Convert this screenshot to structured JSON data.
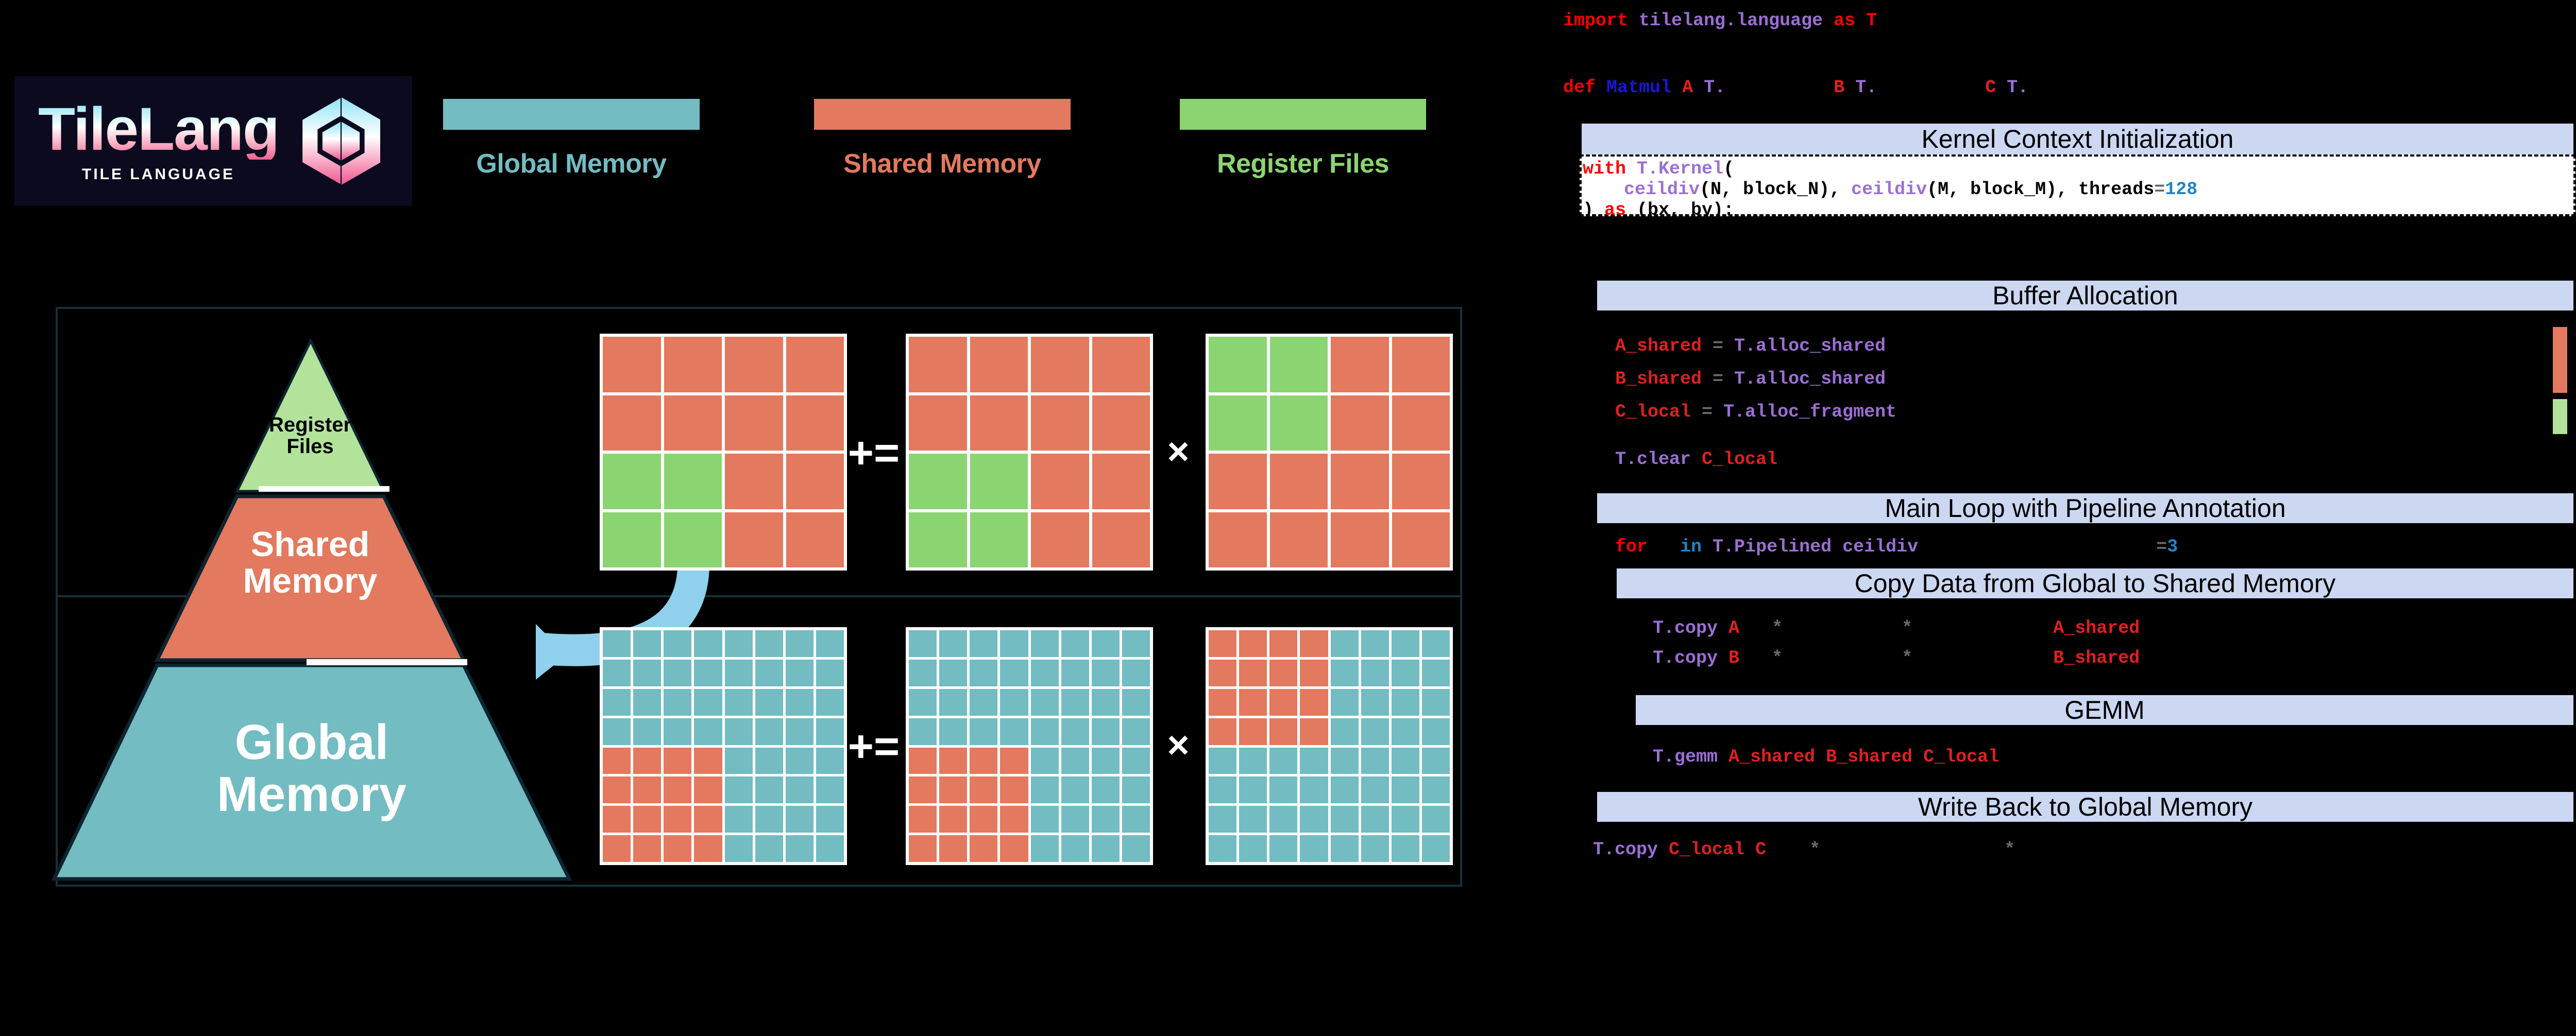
{
  "logo": {
    "word": "TileLang",
    "subtitle": "TILE LANGUAGE",
    "mark_name": "tilelang-cube-logo"
  },
  "colors": {
    "global_memory": "#72bcc2",
    "shared_memory": "#e3795e",
    "register_files": "#8bd472",
    "banner": "#ccd8f2",
    "arrow": "#8fd0ec",
    "frame": "#15313c",
    "swatch_green_light": "#b3e39b"
  },
  "legend": {
    "items": [
      {
        "label": "Global Memory",
        "color": "#72bcc2"
      },
      {
        "label": "Shared Memory",
        "color": "#e3795e"
      },
      {
        "label": "Register Files",
        "color": "#8bd472"
      }
    ]
  },
  "pyramid": {
    "tiers": [
      {
        "label": "Register\nFiles",
        "color": "#b3e39b",
        "text_color": "#000"
      },
      {
        "label": "Shared\nMemory",
        "color": "#e3795e",
        "text_color": "#fff"
      },
      {
        "label": "Global\nMemory",
        "color": "#72bcc2",
        "text_color": "#fff"
      }
    ],
    "tier_labels": [
      "Register Files",
      "Shared Memory",
      "Global Memory"
    ]
  },
  "diagram": {
    "arrow_name": "shared-to-register-arrow",
    "rows": [
      {
        "name": "register-level-row",
        "operators": [
          "+=",
          "×"
        ],
        "grids": [
          {
            "name": "c-local-accumulator-grid",
            "cols": 4,
            "rows": 4,
            "cells": [
              "s",
              "s",
              "s",
              "s",
              "s",
              "s",
              "s",
              "s",
              "r",
              "r",
              "s",
              "s",
              "r",
              "r",
              "s",
              "s"
            ]
          },
          {
            "name": "a-fragment-grid",
            "cols": 4,
            "rows": 4,
            "cells": [
              "s",
              "s",
              "s",
              "s",
              "s",
              "s",
              "s",
              "s",
              "r",
              "r",
              "s",
              "s",
              "r",
              "r",
              "s",
              "s"
            ]
          },
          {
            "name": "b-fragment-grid",
            "cols": 4,
            "rows": 4,
            "cells": [
              "r",
              "r",
              "s",
              "s",
              "r",
              "r",
              "s",
              "s",
              "s",
              "s",
              "s",
              "s",
              "s",
              "s",
              "s",
              "s"
            ]
          }
        ]
      },
      {
        "name": "global-level-row",
        "operators": [
          "+=",
          "×"
        ],
        "grids": [
          {
            "name": "c-global-grid",
            "cols": 8,
            "rows": 8,
            "cells": [
              "g",
              "g",
              "g",
              "g",
              "g",
              "g",
              "g",
              "g",
              "g",
              "g",
              "g",
              "g",
              "g",
              "g",
              "g",
              "g",
              "g",
              "g",
              "g",
              "g",
              "g",
              "g",
              "g",
              "g",
              "g",
              "g",
              "g",
              "g",
              "g",
              "g",
              "g",
              "g",
              "s",
              "s",
              "s",
              "s",
              "g",
              "g",
              "g",
              "g",
              "s",
              "s",
              "s",
              "s",
              "g",
              "g",
              "g",
              "g",
              "s",
              "s",
              "s",
              "s",
              "g",
              "g",
              "g",
              "g",
              "s",
              "s",
              "s",
              "s",
              "g",
              "g",
              "g",
              "g"
            ]
          },
          {
            "name": "a-global-grid",
            "cols": 8,
            "rows": 8,
            "cells": [
              "g",
              "g",
              "g",
              "g",
              "g",
              "g",
              "g",
              "g",
              "g",
              "g",
              "g",
              "g",
              "g",
              "g",
              "g",
              "g",
              "g",
              "g",
              "g",
              "g",
              "g",
              "g",
              "g",
              "g",
              "g",
              "g",
              "g",
              "g",
              "g",
              "g",
              "g",
              "g",
              "s",
              "s",
              "s",
              "s",
              "g",
              "g",
              "g",
              "g",
              "s",
              "s",
              "s",
              "s",
              "g",
              "g",
              "g",
              "g",
              "s",
              "s",
              "s",
              "s",
              "g",
              "g",
              "g",
              "g",
              "s",
              "s",
              "s",
              "s",
              "g",
              "g",
              "g",
              "g"
            ]
          },
          {
            "name": "b-global-grid",
            "cols": 8,
            "rows": 8,
            "cells": [
              "s",
              "s",
              "s",
              "s",
              "g",
              "g",
              "g",
              "g",
              "s",
              "s",
              "s",
              "s",
              "g",
              "g",
              "g",
              "g",
              "s",
              "s",
              "s",
              "s",
              "g",
              "g",
              "g",
              "g",
              "s",
              "s",
              "s",
              "s",
              "g",
              "g",
              "g",
              "g",
              "g",
              "g",
              "g",
              "g",
              "g",
              "g",
              "g",
              "g",
              "g",
              "g",
              "g",
              "g",
              "g",
              "g",
              "g",
              "g",
              "g",
              "g",
              "g",
              "g",
              "g",
              "g",
              "g",
              "g",
              "g",
              "g",
              "g",
              "g",
              "g",
              "g",
              "g",
              "g"
            ]
          }
        ]
      }
    ]
  },
  "code": {
    "import_line": {
      "kw": "import",
      "mod": " tilelang.language ",
      "as": "as",
      "alias": " T"
    },
    "def_line": {
      "kw": "def",
      "name": "Matmul",
      "a": "A",
      "a_t": "T.",
      "b": "B",
      "b_t": "T.",
      "c": "C",
      "c_t": "T."
    },
    "sections": [
      {
        "name": "kernel-context-initialization",
        "title": "Kernel Context Initialization"
      },
      {
        "name": "buffer-allocation",
        "title": "Buffer Allocation"
      },
      {
        "name": "main-loop-pipeline",
        "title": "Main Loop with Pipeline Annotation"
      },
      {
        "name": "copy-global-to-shared",
        "title": "Copy Data from Global to Shared Memory"
      },
      {
        "name": "gemm",
        "title": "GEMM"
      },
      {
        "name": "write-back-global",
        "title": "Write Back to Global Memory"
      }
    ],
    "kernel_block": {
      "l1_kw": "with",
      "l1_fn": " T.Kernel",
      "l1_paren": "(",
      "l2_fn1": "ceildiv",
      "l2_a": "(N, block_N), ",
      "l2_fn2": "ceildiv",
      "l2_b": "(M, block_M), threads",
      "l2_eq": "=",
      "l2_num": "128",
      "l3": ") ",
      "l3_kw": "as",
      "l3_rest": " (bx, by):"
    },
    "buffer_lines": [
      {
        "var": "A_shared",
        "eq": " = ",
        "fn": "T.alloc_shared"
      },
      {
        "var": "B_shared",
        "eq": " = ",
        "fn": "T.alloc_shared"
      },
      {
        "var": "C_local",
        "eq": " = ",
        "fn": "T.alloc_fragment"
      }
    ],
    "clear_line": {
      "fn": "T.clear",
      "var": " C_local"
    },
    "for_line": {
      "kw": "for",
      "in": "in",
      "fn": " T.Pipelined ceildiv",
      "eq": "=",
      "num": "3"
    },
    "copy_lines": [
      {
        "fn": "T.copy",
        "var": " A",
        "star1": "*",
        "star2": "*",
        "dst": "A_shared"
      },
      {
        "fn": "T.copy",
        "var": " B",
        "star1": "*",
        "star2": "*",
        "dst": "B_shared"
      }
    ],
    "gemm_line": {
      "fn": "T.gemm",
      "a": " A_shared",
      "b": " B_shared",
      "c": " C_local"
    },
    "writeback_line": {
      "fn": "T.copy",
      "src": " C_local",
      "dst": " C",
      "star1": "*",
      "star2": "*"
    },
    "swatches": [
      {
        "name": "shared-memory-swatch",
        "color": "#e3795e"
      },
      {
        "name": "register-files-swatch",
        "color": "#b3e39b"
      }
    ]
  }
}
